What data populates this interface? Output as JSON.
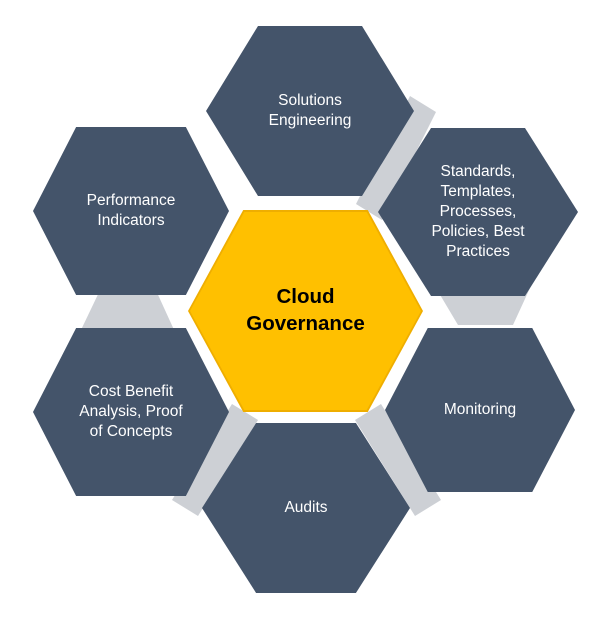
{
  "diagram": {
    "type": "hexagon-cluster",
    "background_color": "#FFFFFF",
    "colors": {
      "node_fill": "#44546A",
      "node_text": "#FFFFFF",
      "center_fill": "#FFC000",
      "center_border": "#EFAE00",
      "center_text": "#000000",
      "connector_fill": "#CDD0D5"
    },
    "center": {
      "label": "Cloud\nGovernance"
    },
    "nodes": {
      "top": {
        "label": "Solutions\nEngineering",
        "position": "top"
      },
      "top_right": {
        "label": "Standards,\nTemplates,\nProcesses,\nPolicies, Best\nPractices",
        "position": "top-right"
      },
      "bottom_right": {
        "label": "Monitoring",
        "position": "bottom-right"
      },
      "bottom": {
        "label": "Audits",
        "position": "bottom"
      },
      "bottom_left": {
        "label": "Cost Benefit\nAnalysis, Proof\nof Concepts",
        "position": "bottom-left"
      },
      "top_left": {
        "label": "Performance\nIndicators",
        "position": "top-left"
      }
    },
    "connectors": [
      {
        "between": "performance-indicators / cost-benefit"
      },
      {
        "between": "solutions-engineering / standards"
      },
      {
        "between": "standards / monitoring"
      },
      {
        "between": "audits / monitoring"
      },
      {
        "between": "cost-benefit / audits"
      }
    ]
  }
}
